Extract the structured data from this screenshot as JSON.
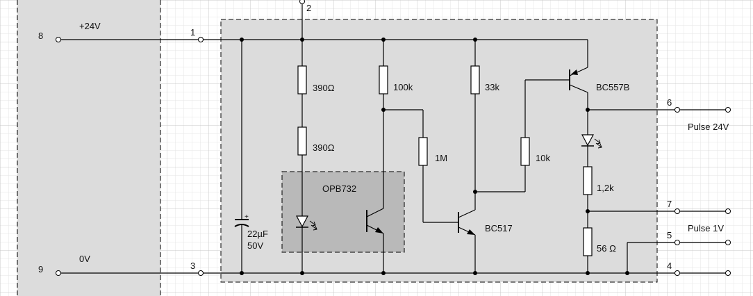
{
  "colors": {
    "grid_minor": "#e6e6e6",
    "grid_major": "#c8c8c8",
    "left_panel": "#dcdcdc",
    "board": "#dcdcdc",
    "optocoupler": "#b9b9b9"
  },
  "terminals": {
    "t8": "8",
    "t9": "9",
    "t1": "1",
    "t2": "2",
    "t3": "3",
    "t4": "4",
    "t5": "5",
    "t6": "6",
    "t7": "7"
  },
  "rails": {
    "plus24": "+24V",
    "zero": "0V"
  },
  "components": {
    "r390a": "390Ω",
    "r390b": "390Ω",
    "r100k": "100k",
    "r33k": "33k",
    "r1m": "1M",
    "r10k": "10k",
    "r1k2": "1,2k",
    "r56": "56 Ω",
    "cap_value": "22µF",
    "cap_voltage": "50V",
    "cap_plus": "+",
    "opto": "OPB732",
    "q1": "BC517",
    "q2": "BC557B"
  },
  "outputs": {
    "pulse24": "Pulse 24V",
    "pulse1": "Pulse 1V"
  }
}
